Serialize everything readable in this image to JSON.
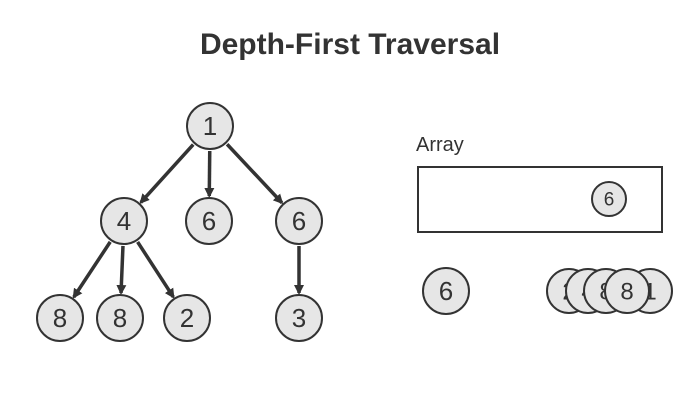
{
  "title": "Depth-First Traversal",
  "array_label": "Array",
  "colors": {
    "node_fill": "#e6e6e6",
    "node_stroke": "#333333",
    "edge": "#333333",
    "text": "#333333"
  },
  "tree": {
    "nodes": [
      {
        "id": "n1",
        "label": "1"
      },
      {
        "id": "n4",
        "label": "4"
      },
      {
        "id": "n6a",
        "label": "6"
      },
      {
        "id": "n6b",
        "label": "6"
      },
      {
        "id": "n8a",
        "label": "8"
      },
      {
        "id": "n8b",
        "label": "8"
      },
      {
        "id": "n2",
        "label": "2"
      },
      {
        "id": "n3",
        "label": "3"
      }
    ],
    "edges": [
      [
        "n1",
        "n4"
      ],
      [
        "n1",
        "n6a"
      ],
      [
        "n1",
        "n6b"
      ],
      [
        "n4",
        "n8a"
      ],
      [
        "n4",
        "n8b"
      ],
      [
        "n4",
        "n2"
      ],
      [
        "n6b",
        "n3"
      ]
    ]
  },
  "array_contents": [
    "6"
  ],
  "current_node": "6",
  "stack_nodes": [
    "2",
    "8",
    "8",
    "4",
    "1"
  ]
}
